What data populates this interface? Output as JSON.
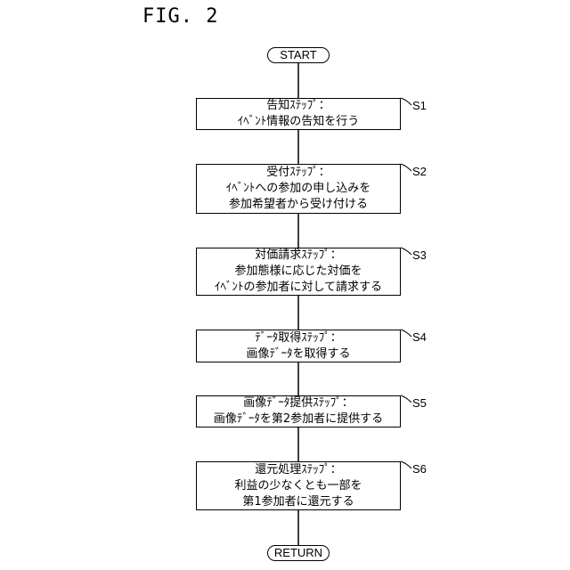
{
  "figure": {
    "label": "FIG. 2"
  },
  "terminals": {
    "start": "START",
    "end": "RETURN"
  },
  "steps": [
    {
      "id": "S1",
      "lines": [
        "告知ｽﾃｯﾌﾟ：",
        "ｲﾍﾞﾝﾄ情報の告知を行う"
      ]
    },
    {
      "id": "S2",
      "lines": [
        "受付ｽﾃｯﾌﾟ：",
        "ｲﾍﾞﾝﾄへの参加の申し込みを",
        "参加希望者から受け付ける"
      ]
    },
    {
      "id": "S3",
      "lines": [
        "対価請求ｽﾃｯﾌﾟ：",
        "参加態様に応じた対価を",
        "ｲﾍﾞﾝﾄの参加者に対して請求する"
      ]
    },
    {
      "id": "S4",
      "lines": [
        "ﾃﾞｰﾀ取得ｽﾃｯﾌﾟ：",
        "画像ﾃﾞｰﾀを取得する"
      ]
    },
    {
      "id": "S5",
      "lines": [
        "画像ﾃﾞｰﾀ提供ｽﾃｯﾌﾟ：",
        "画像ﾃﾞｰﾀを第2参加者に提供する"
      ]
    },
    {
      "id": "S6",
      "lines": [
        "還元処理ｽﾃｯﾌﾟ：",
        "利益の少なくとも一部を",
        "第1参加者に還元する"
      ]
    }
  ]
}
